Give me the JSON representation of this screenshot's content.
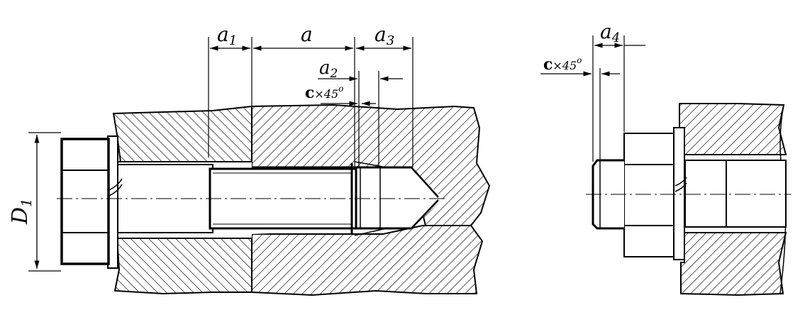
{
  "labels": {
    "D1_main": "D",
    "D1_sub": "1",
    "a1_main": "a",
    "a1_sub": "1",
    "a": "a",
    "a3_main": "a",
    "a3_sub": "3",
    "a2_main": "a",
    "a2_sub": "2",
    "c_left": "c",
    "cx45_left": "×45",
    "deg_left": "o",
    "a4_main": "a",
    "a4_sub": "4",
    "c_right": "c",
    "cx45_right": "×45",
    "deg_right": "o"
  },
  "colors": {
    "ink": "#000000",
    "paper": "#ffffff"
  }
}
